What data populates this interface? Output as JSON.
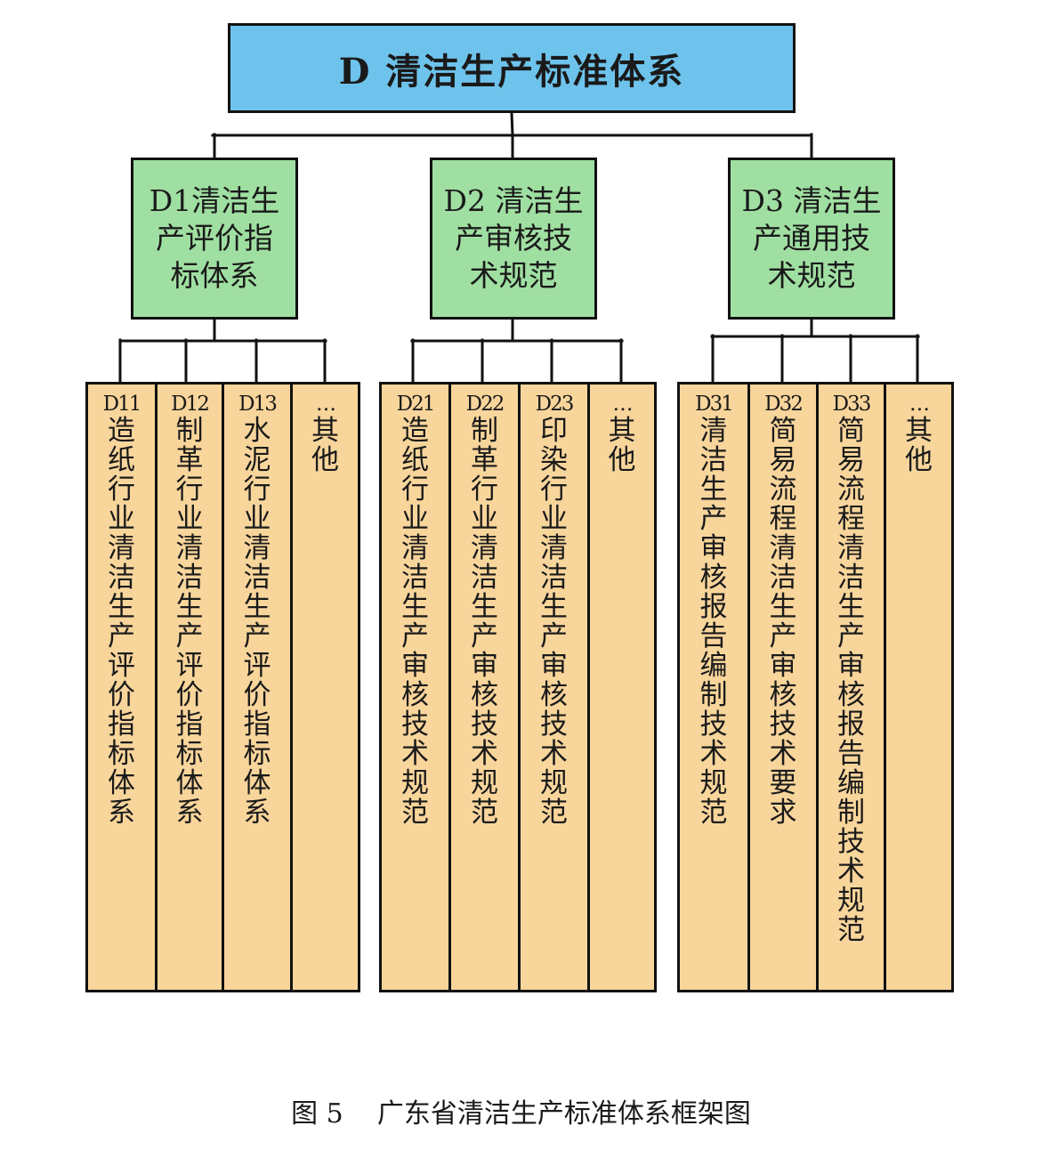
{
  "root": {
    "title": "D 清洁生产标准体系"
  },
  "categories": [
    {
      "title": "D1清洁生产评价指标体系",
      "children": [
        {
          "code": "D11",
          "text": "造纸行业清洁生产评价指标体系"
        },
        {
          "code": "D12",
          "text": "制革行业清洁生产评价指标体系"
        },
        {
          "code": "D13",
          "text": "水泥行业清洁生产评价指标体系"
        },
        {
          "code": "…",
          "text": "其他"
        }
      ]
    },
    {
      "title": "D2 清洁生产审核技术规范",
      "children": [
        {
          "code": "D21",
          "text": "造纸行业清洁生产审核技术规范"
        },
        {
          "code": "D22",
          "text": "制革行业清洁生产审核技术规范"
        },
        {
          "code": "D23",
          "text": "印染行业清洁生产审核技术规范"
        },
        {
          "code": "…",
          "text": "其他"
        }
      ]
    },
    {
      "title": "D3 清洁生产通用技术规范",
      "children": [
        {
          "code": "D31",
          "text": "清洁生产审核报告编制技术规范"
        },
        {
          "code": "D32",
          "text": "简易流程清洁生产审核技术要求"
        },
        {
          "code": "D33",
          "text": "简易流程清洁生产审核报告编制技术规范"
        },
        {
          "code": "…",
          "text": "其他"
        }
      ]
    }
  ],
  "caption": "图 5    广东省清洁生产标准体系框架图"
}
